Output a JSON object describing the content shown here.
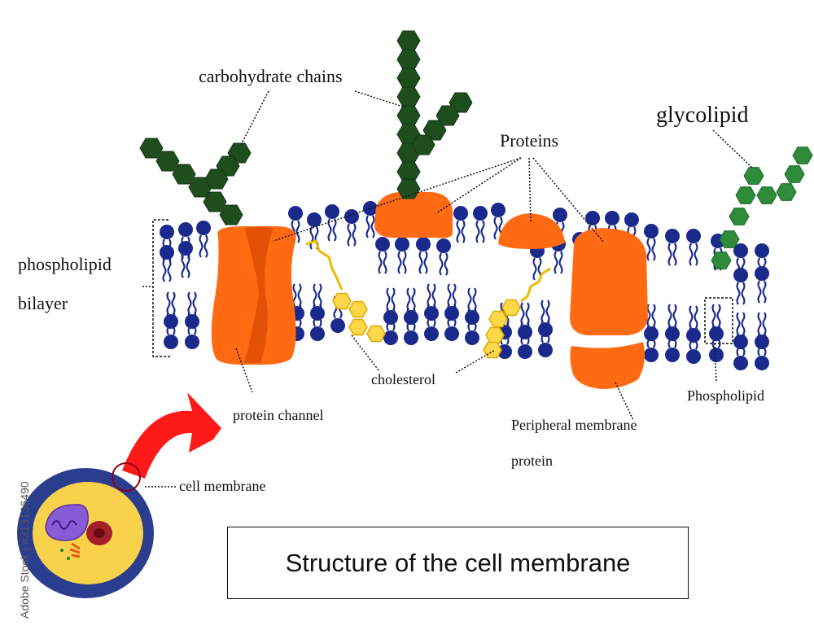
{
  "diagram": {
    "title": "Structure of the cell membrane",
    "labels": {
      "carbohydrate_chains": "carbohydrate  chains",
      "glycolipid": "glycolipid",
      "proteins": "Proteins",
      "phospholipid_bilayer_line1": "phospholipid",
      "phospholipid_bilayer_line2": "bilayer",
      "cholesterol": "cholesterol",
      "protein_channel": "protein channel",
      "phospholipid": "Phospholipid",
      "peripheral_line1": "Peripheral membrane",
      "peripheral_line2": "protein",
      "cell_membrane": "cell membrane"
    },
    "watermark": "Adobe Stock | #313136490",
    "colors": {
      "phospholipid_head": "#1a2a8c",
      "protein": "#ff6a13",
      "protein_dark": "#d94b00",
      "cholesterol": "#ffd84a",
      "carbohydrate": "#1e4d1e",
      "glycolipid": "#2e8b3a",
      "arrow": "#ff1a1a",
      "cell_outer": "#2b3d8f",
      "cell_inner": "#f7d24a"
    }
  }
}
